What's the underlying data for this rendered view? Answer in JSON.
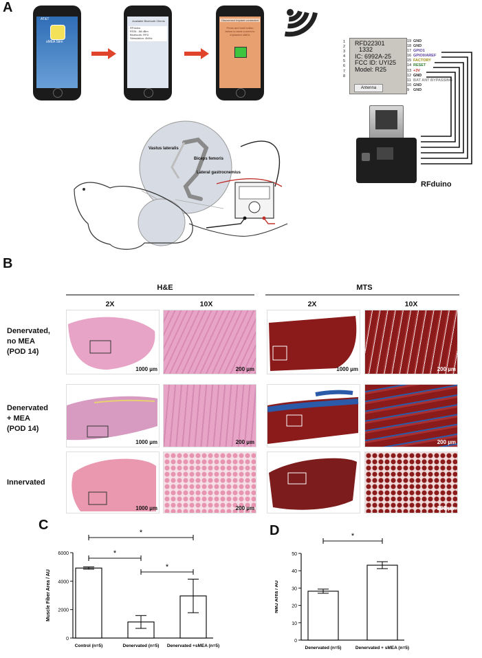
{
  "panels": {
    "a": "A",
    "b": "B",
    "c": "C",
    "d": "D"
  },
  "phones": {
    "p1": {
      "carrier": "AT&T",
      "app_name": "sMEA Stim"
    },
    "p2": {
      "title": "Available Bluetooth Clients",
      "item1": "RFduino",
      "item2": "RSSI: -58 dBm",
      "item3": "Bluetooth: RFD",
      "item4": "Stimulation: 4MHz"
    },
    "p3": {
      "status": "Disconnect  Implant connected",
      "instruction": "Press and hold button below to send current to implanted sMEA"
    }
  },
  "colors": {
    "arrow": "#e0442a",
    "phone3_screen": "#e8a071",
    "green_button": "#3ec43e",
    "he_pink": "#e7a4c6",
    "mts_red": "#8b1a1a",
    "mts_blue": "#2a5aa8"
  },
  "chip": {
    "line1": "RFD22301",
    "line2": "1332",
    "line3": "IC: 6992A-25",
    "line4": "FCC ID: UYI25",
    "line5": "Model:  R25",
    "antenna": "Antenna",
    "left_pins": [
      "1",
      "2",
      "3",
      "4",
      "5",
      "6",
      "7",
      "8"
    ],
    "right_pins": [
      {
        "num": "19",
        "name": "GND",
        "color": "#333333"
      },
      {
        "num": "18",
        "name": "GND",
        "color": "#333333"
      },
      {
        "num": "17",
        "name": "GPIO1",
        "color": "#5a3fa0"
      },
      {
        "num": "16",
        "name": "GPIO0/AREF",
        "color": "#5a3fa0"
      },
      {
        "num": "15",
        "name": "FACTORY",
        "color": "#a08a10"
      },
      {
        "num": "14",
        "name": "RESET",
        "color": "#2f7d2f"
      },
      {
        "num": "13",
        "name": "+3V",
        "color": "#c0302a"
      },
      {
        "num": "12",
        "name": "GND",
        "color": "#111111"
      },
      {
        "num": "11",
        "name": "BAT ANT BYPASSING",
        "color": "#888888"
      },
      {
        "num": "10",
        "name": "GND",
        "color": "#333333"
      },
      {
        "num": "9",
        "name": "GND",
        "color": "#333333"
      }
    ]
  },
  "rfduino_label": "RFduino",
  "anatomy": {
    "l1": "Vastus lateralis",
    "l2": "Biceps femoris",
    "l3": "Lateral gastrocnemius"
  },
  "histology": {
    "he_header": "H&E",
    "mts_header": "MTS",
    "mag_2x": "2X",
    "mag_10x": "10X",
    "rows": [
      {
        "label_lines": [
          "Denervated,",
          "no MEA",
          "(POD 14)"
        ]
      },
      {
        "label_lines": [
          "Denervated",
          "+ MEA",
          "(POD 14)"
        ]
      },
      {
        "label_lines": [
          "Innervated"
        ]
      }
    ],
    "scale_2x": "1000 µm",
    "scale_10x": "200 µm"
  },
  "chart_data": [
    {
      "type": "bar",
      "panel": "C",
      "ylabel": "Muscle Fiber Area / AU",
      "categories": [
        "Control (n=5)",
        "Denervated (n=5)",
        "Denervated +sMEA (n=5)"
      ],
      "values": [
        4920,
        1130,
        2960
      ],
      "error": [
        80,
        450,
        1180
      ],
      "ylim": [
        0,
        6000
      ],
      "yticks": [
        0,
        2000,
        4000,
        6000
      ],
      "significance": [
        {
          "from": 0,
          "to": 1,
          "label": "*"
        },
        {
          "from": 1,
          "to": 2,
          "label": "*"
        },
        {
          "from": 0,
          "to": 2,
          "label": "*"
        }
      ]
    },
    {
      "type": "bar",
      "panel": "D",
      "ylabel": "NMJ Area / AU",
      "categories": [
        "Denervated (n=5)",
        "Denervated + sMEA (n=5)"
      ],
      "values": [
        28.2,
        43.2
      ],
      "error": [
        1.2,
        2.0
      ],
      "ylim": [
        0,
        50
      ],
      "yticks": [
        0,
        10,
        20,
        30,
        40,
        50
      ],
      "significance": [
        {
          "from": 0,
          "to": 1,
          "label": "*"
        }
      ]
    }
  ]
}
